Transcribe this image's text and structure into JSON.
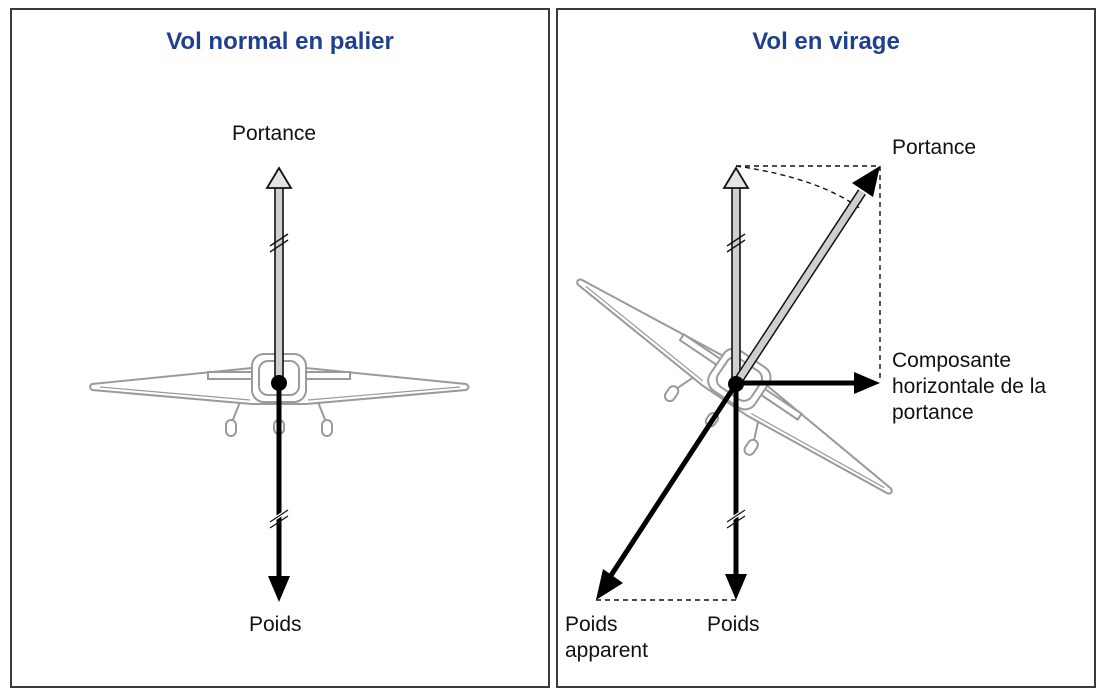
{
  "left_panel": {
    "title": "Vol normal en palier",
    "lift_label": "Portance",
    "weight_label": "Poids"
  },
  "right_panel": {
    "title": "Vol en virage",
    "lift_label": "Portance",
    "horizontal_component_label_line1": "Composante",
    "horizontal_component_label_line2": "horizontale de la",
    "horizontal_component_label_line3": "portance",
    "apparent_weight_label_line1": "Poids",
    "apparent_weight_label_line2": "apparent",
    "weight_label": "Poids"
  },
  "colors": {
    "title": "#1f3f8f",
    "lift_arrow_fill": "#cfcfcf",
    "force_arrow": "#000000",
    "aircraft_outline": "#9a9a9a",
    "frame": "#3a3a3a"
  }
}
